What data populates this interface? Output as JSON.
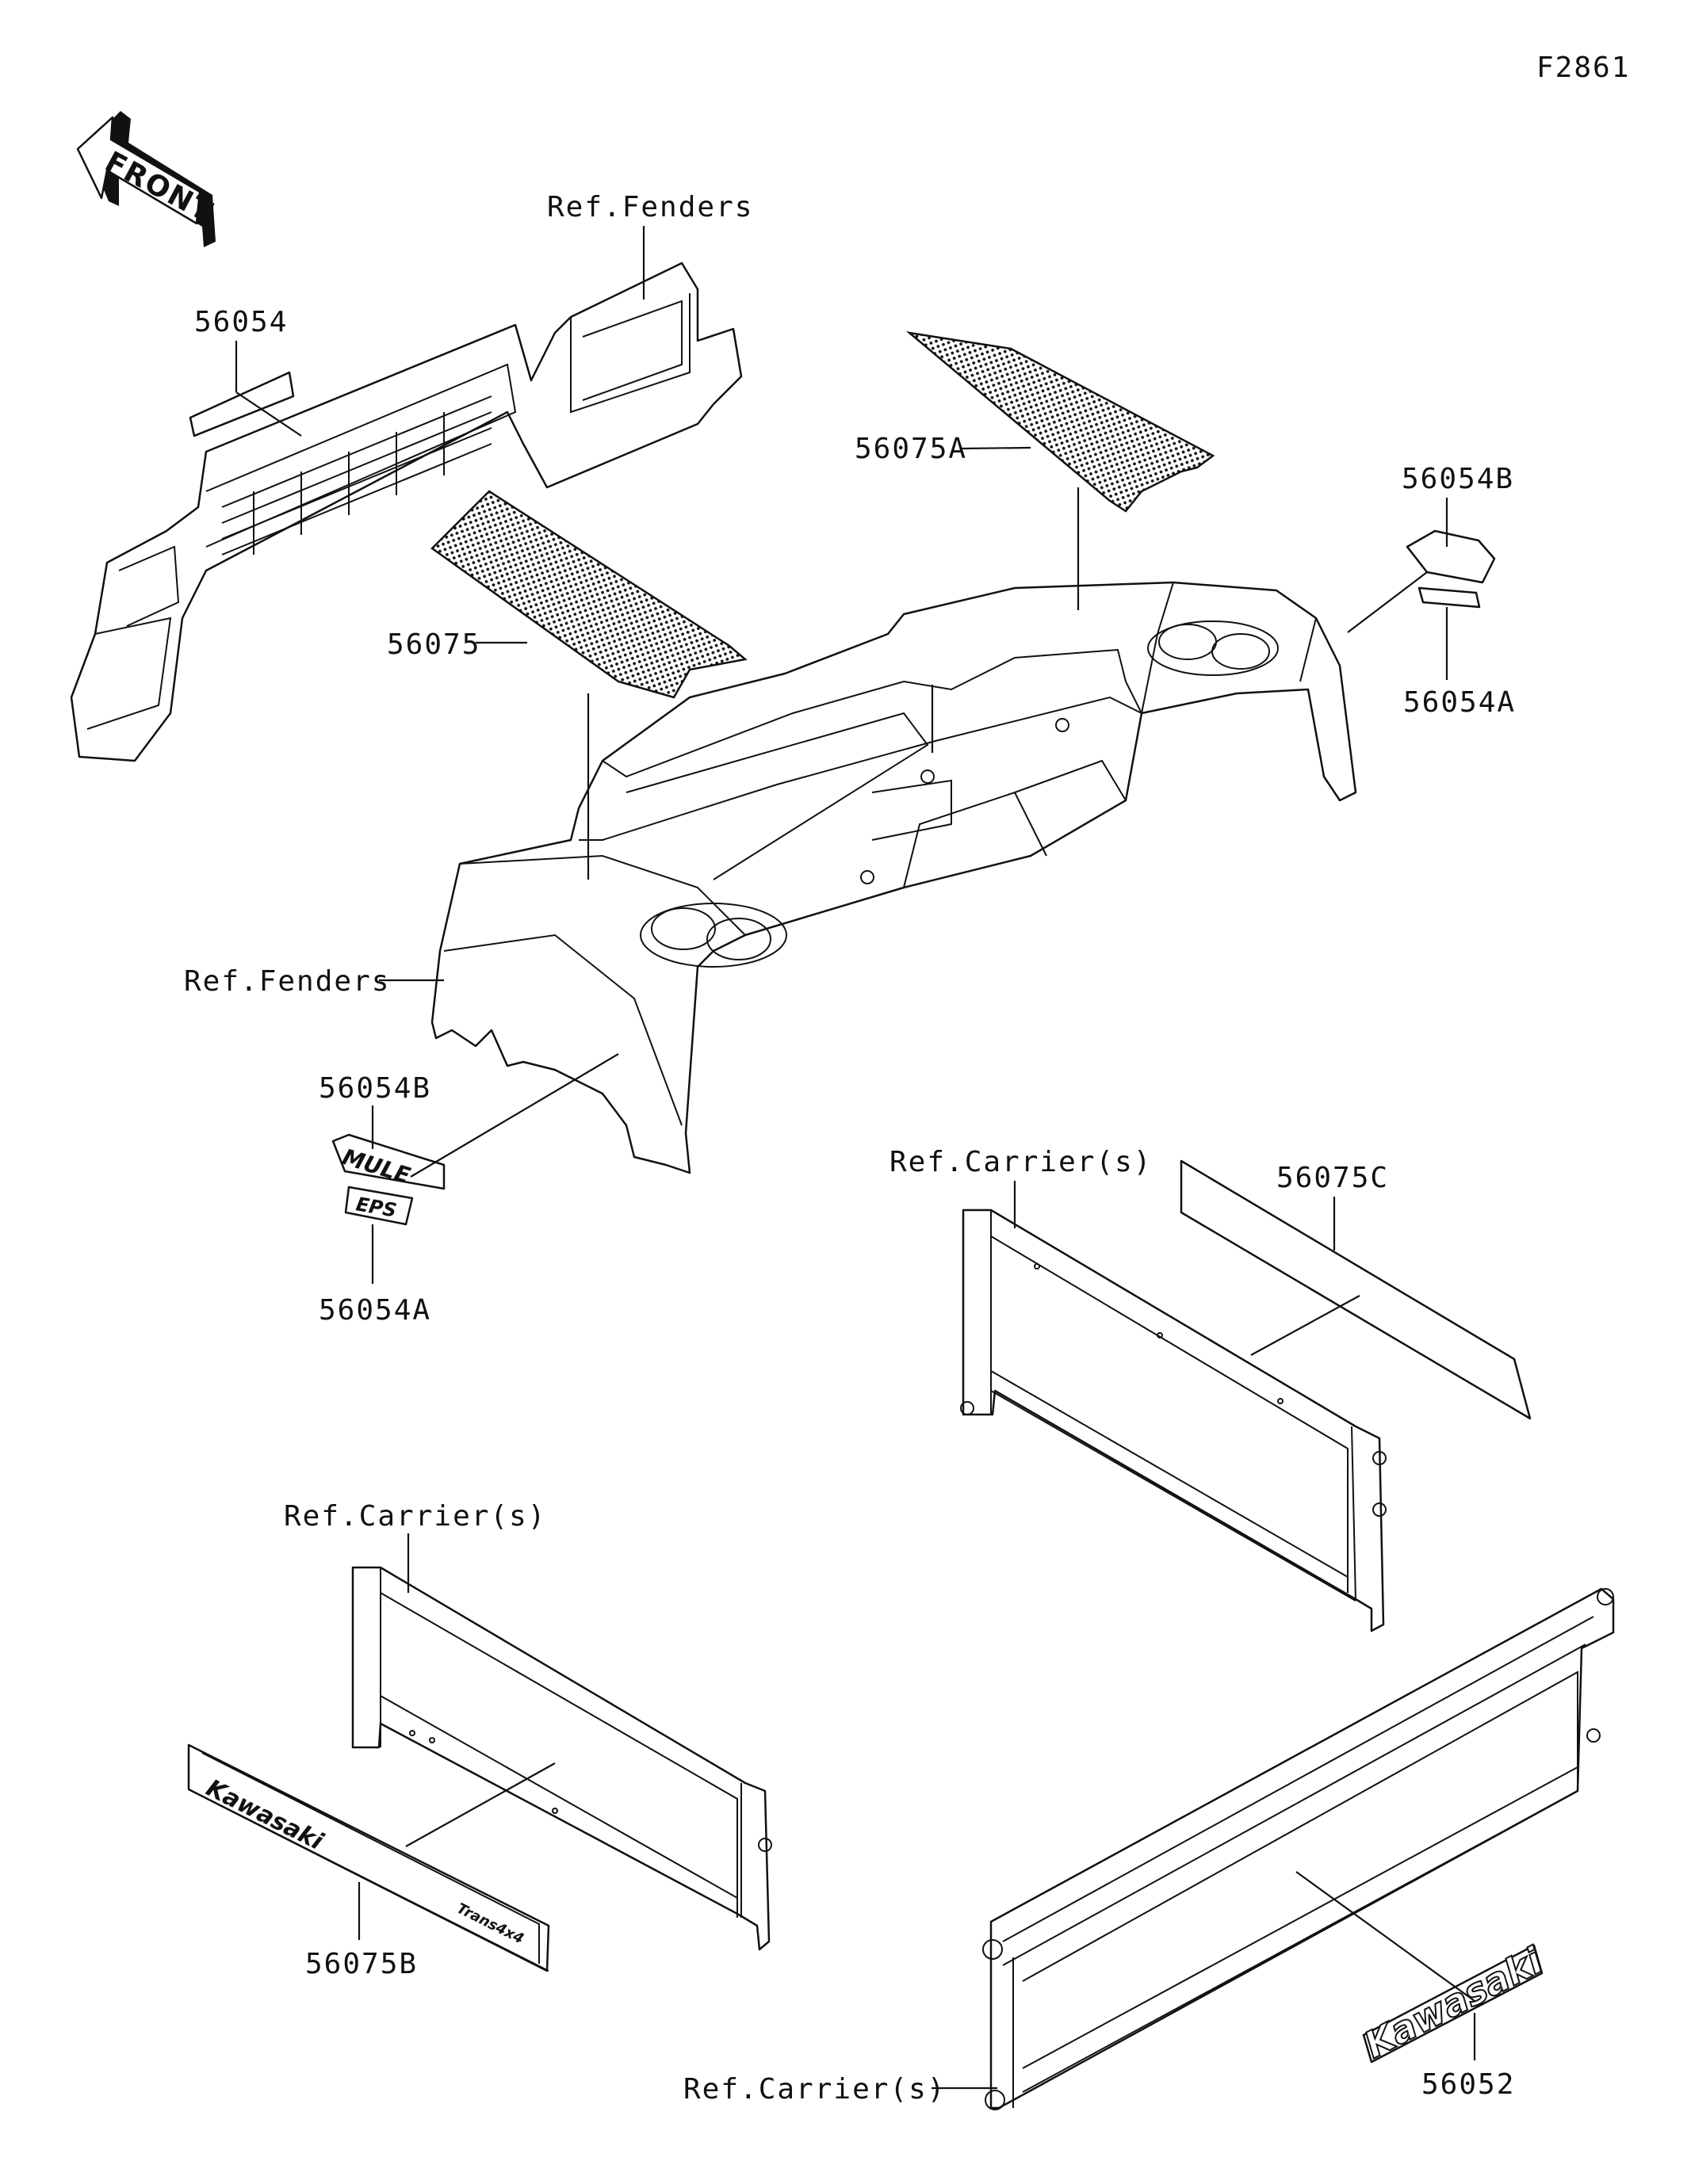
{
  "figure_code": "F2861",
  "direction_label": "FRONT",
  "labels": {
    "ref_fenders_top": "Ref.Fenders",
    "p56054": "56054",
    "p56075A": "56075A",
    "p56054B_right": "56054B",
    "p56054A_right": "56054A",
    "p56075": "56075",
    "ref_fenders_left": "Ref.Fenders",
    "p56054B_left": "56054B",
    "p56054A_left": "56054A",
    "ref_carrier_mid": "Ref.Carrier(s)",
    "p56075C": "56075C",
    "ref_carrier_left": "Ref.Carrier(s)",
    "p56075B": "56075B",
    "ref_carrier_bottom": "Ref.Carrier(s)",
    "p56052": "56052"
  },
  "decal_text": {
    "mule": "MULE",
    "eps": "EPS",
    "kawasaki_panel": "Kawasaki",
    "kawasaki_right": "Kawasaki",
    "brand_small": "Trans4x4"
  },
  "colors": {
    "ink": "#111111",
    "paper": "#ffffff"
  }
}
